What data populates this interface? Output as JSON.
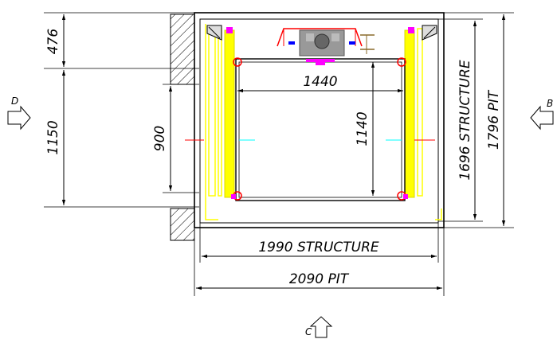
{
  "dimensions": {
    "pit_depth_top": "476",
    "pit_depth_mid": "1150",
    "door_opening": "900",
    "car_width": "1440",
    "car_depth": "1140",
    "structure_depth": "1696 STRUCTURE",
    "pit_depth": "1796 PIT",
    "structure_width": "1990 STRUCTURE",
    "pit_width": "2090 PIT"
  },
  "view_labels": {
    "left": "D",
    "right": "B",
    "bottom": "C"
  },
  "colors": {
    "line": "#000000",
    "rail": "#ffff00",
    "bracket": "#ff0000",
    "accent": "#ff00ff",
    "centerline": "#00ffff",
    "machine": "#888888",
    "marker": "#0000ff"
  }
}
